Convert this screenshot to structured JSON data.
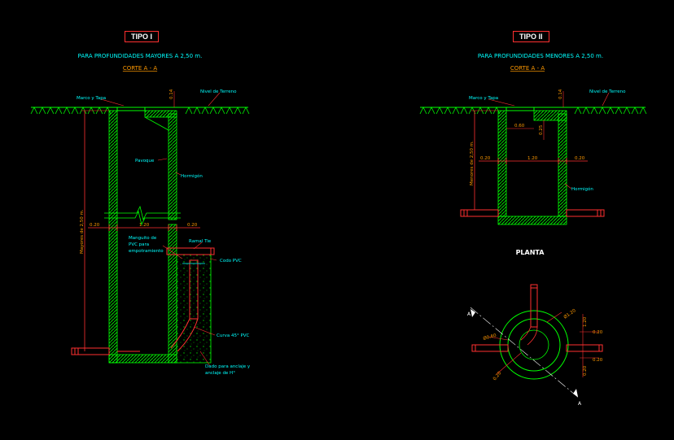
{
  "tipo1": {
    "title": "TIPO I",
    "subtitle": "PARA PROFUNDIDADES MAYORES A 2,50 m.",
    "section": "CORTE A - A",
    "labels": {
      "marco": "Marco y Tapa",
      "nivel": "Nivel de Terreno",
      "pavoque": "Pavoque",
      "hormigon": "Hormigón",
      "dim_014": "0.14",
      "dim_020_left": "0.20",
      "dim_120": "1.20",
      "dim_020_right": "0.20",
      "depth": "Mayores de 2,50 m.",
      "manguito_1": "Manguito de",
      "manguito_2": "PVC para",
      "manguito_3": "empotramiento",
      "ramal": "Ramal Tie",
      "codo": "Codo PVC",
      "curva": "Curva 45° PVC",
      "dado_1": "Dado para anclaje y",
      "dado_2": "anclaje de H°"
    }
  },
  "tipo2": {
    "title": "TIPO II",
    "subtitle": "PARA PROFUNDIDADES MENORES A 2,50 m.",
    "section": "CORTE A - A",
    "labels": {
      "marco": "Marco y Tapa",
      "nivel": "Nivel de Terreno",
      "dim_014": "0.14",
      "dim_060": "0.60",
      "dim_025": "0.25",
      "dim_020_left": "0.20",
      "dim_120": "1.20",
      "dim_020_right": "0.20",
      "hormigon": "Hormigón",
      "depth": "Menores de 2,50 m."
    }
  },
  "planta": {
    "title": "PLANTA",
    "labels": {
      "phi_120": "Ø1.20",
      "phi_060": "Ø0.60",
      "dim_020_a": "0.20",
      "dim_020_b": "0.20",
      "dim_120_v": "1.20",
      "dim_020_v": "0.20",
      "dim_020_diag": "0.20",
      "section_a_top": "A",
      "section_a_bottom": "A"
    }
  },
  "colors": {
    "background": "#000000",
    "wall": "#00ff00",
    "ground": "#00ff00",
    "pipe": "#ff3030",
    "cover": "#00ff00",
    "dimension": "#ff9900",
    "dim_line": "#ff3030",
    "label_cyan": "#00ffff",
    "label_white": "#ffffff",
    "concrete": "#00cc00",
    "circle": "#00ff00"
  }
}
